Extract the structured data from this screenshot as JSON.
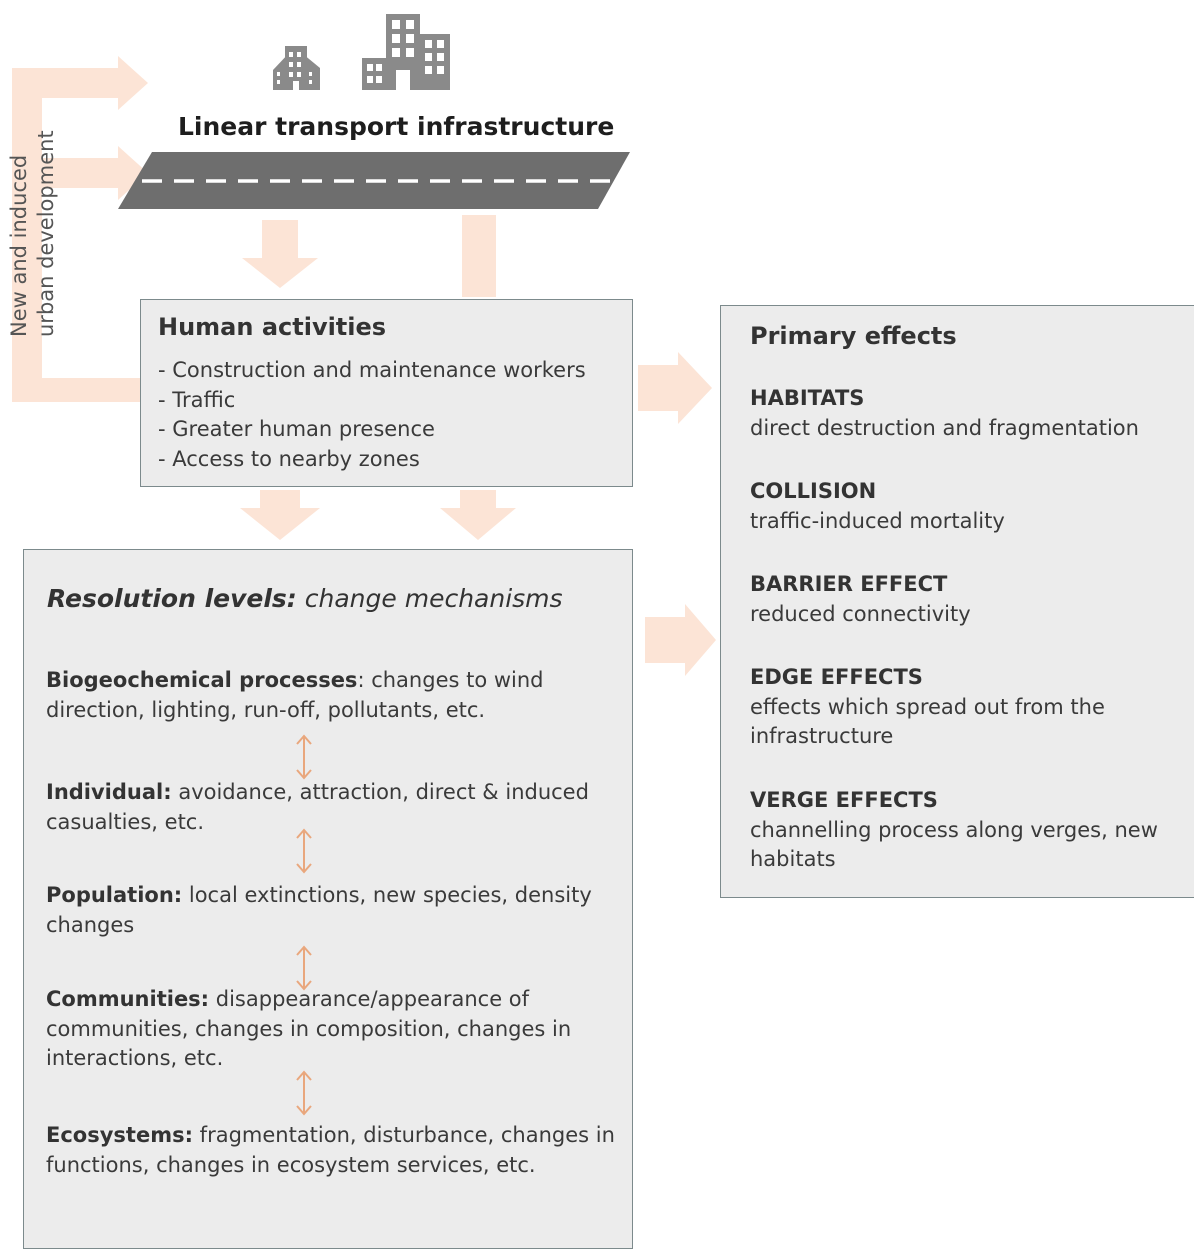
{
  "header": {
    "title": "Linear transport infrastructure",
    "side_label_line1": "New and induced",
    "side_label_line2": "urban development",
    "icons": [
      "small-building-icon",
      "tall-building-icon",
      "road-icon"
    ]
  },
  "human_activities": {
    "title": "Human activities",
    "items": [
      "Construction and maintenance workers",
      "Traffic",
      "Greater human presence",
      "Access to nearby zones"
    ]
  },
  "resolution": {
    "title_bold": "Resolution levels:",
    "title_rest": " change mechanisms",
    "levels": [
      {
        "name": "Biogeochemical processes",
        "sep": ": ",
        "text": "changes to wind direction, lighting, run-off, pollutants, etc."
      },
      {
        "name": "Individual:",
        "sep": " ",
        "text": "avoidance, attraction, direct & induced casualties, etc."
      },
      {
        "name": "Population:",
        "sep": " ",
        "text": "local extinctions, new species, density changes"
      },
      {
        "name": "Communities:",
        "sep": " ",
        "text": "disappearance/appearance of communities, changes in composition, changes in interactions, etc."
      },
      {
        "name": "Ecosystems:",
        "sep": " ",
        "text": "fragmentation, disturbance, changes in functions, changes in ecosystem services, etc."
      }
    ]
  },
  "primary_effects": {
    "title": "Primary effects",
    "items": [
      {
        "heading": "HABITATS",
        "text": "direct destruction and fragmentation"
      },
      {
        "heading": "COLLISION",
        "text": "traffic-induced mortality"
      },
      {
        "heading": "BARRIER EFFECT",
        "text": "reduced connectivity"
      },
      {
        "heading": "EDGE EFFECTS",
        "text": "effects which spread out from the infrastructure"
      },
      {
        "heading": "VERGE EFFECTS",
        "text": "channelling process along verges, new habitats"
      }
    ]
  },
  "colors": {
    "arrow": "#fce4d6",
    "double_arrow": "#e9a77d",
    "road": "#6e6e6e",
    "box_fill": "#ececec",
    "box_border": "#7c8a8c",
    "building": "#8a8a8a"
  }
}
